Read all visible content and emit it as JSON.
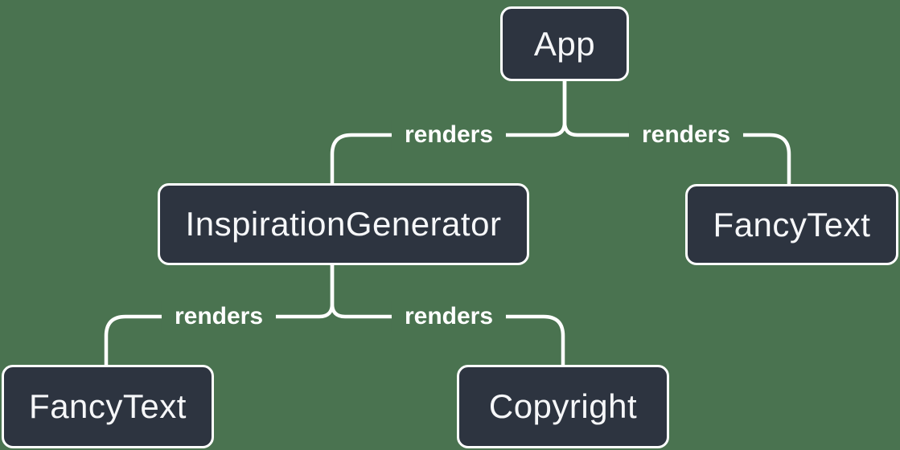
{
  "colors": {
    "background": "#4A7350",
    "node_fill": "#2D3440",
    "node_border": "#FFFFFF",
    "edge_line": "#FFFFFF",
    "node_text": "#F6F7F9",
    "edge_label_text": "#FFFFFF"
  },
  "diagram": {
    "type": "tree",
    "description": "React render tree",
    "nodes": [
      {
        "id": "app",
        "label": "App"
      },
      {
        "id": "inspiration-generator",
        "label": "InspirationGenerator"
      },
      {
        "id": "fancy-text-top",
        "label": "FancyText"
      },
      {
        "id": "fancy-text-bottom",
        "label": "FancyText"
      },
      {
        "id": "copyright",
        "label": "Copyright"
      }
    ],
    "edges": [
      {
        "from": "App",
        "to": "InspirationGenerator",
        "label": "renders"
      },
      {
        "from": "App",
        "to": "FancyText",
        "label": "renders"
      },
      {
        "from": "InspirationGenerator",
        "to": "FancyText",
        "label": "renders"
      },
      {
        "from": "InspirationGenerator",
        "to": "Copyright",
        "label": "renders"
      }
    ]
  }
}
